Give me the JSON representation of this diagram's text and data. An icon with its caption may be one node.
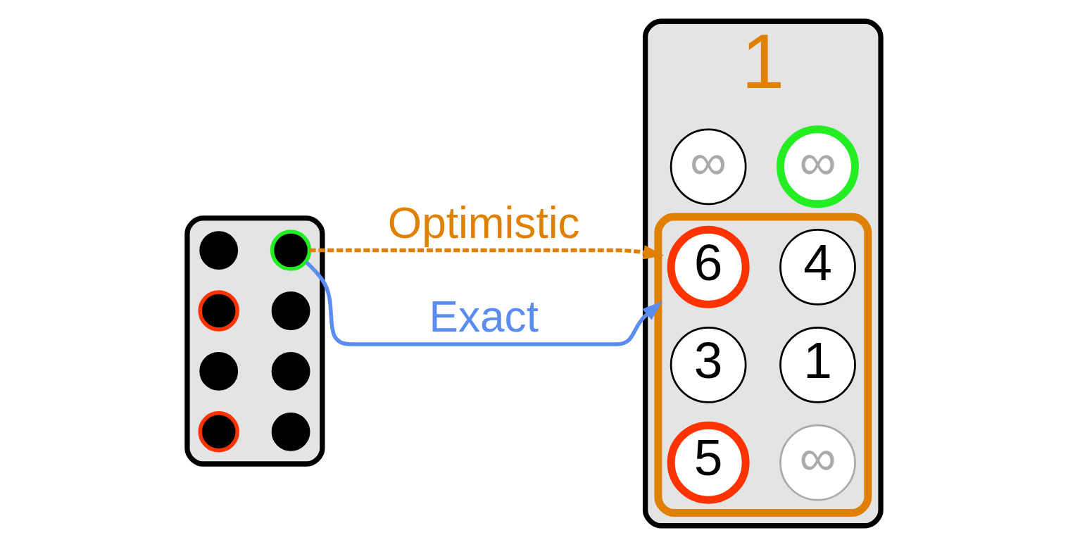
{
  "diagram": {
    "nodes": [
      {
        "text": [],
        "shape": "box"
      },
      {
        "text": [],
        "shape": "circle",
        "in": 0
      },
      {
        "text": [],
        "shape": "circle",
        "in": 0
      },
      {
        "text": [],
        "shape": "circle",
        "in": 0
      },
      {
        "text": [],
        "shape": "circle",
        "in": 0
      },
      {
        "text": [],
        "shape": "circle",
        "in": 0
      },
      {
        "text": [],
        "shape": "circle",
        "in": 0
      },
      {
        "text": [],
        "shape": "circle",
        "in": 0
      },
      {
        "text": [],
        "shape": "circle",
        "in": 0
      },
      {
        "text": [
          "1"
        ]
      },
      {
        "text": [
          "∞"
        ],
        "in": 9
      },
      {
        "text": [
          "∞"
        ],
        "in": 9
      },
      {
        "text": [],
        "shape": "box",
        "in": 9
      },
      {
        "text": [
          "6"
        ],
        "in": 12
      },
      {
        "text": [
          "4"
        ],
        "in": 12
      },
      {
        "text": [
          "3"
        ],
        "in": 12
      },
      {
        "text": [
          "1"
        ],
        "in": 12
      },
      {
        "text": [
          "5"
        ],
        "in": 12
      },
      {
        "text": [
          "∞"
        ],
        "in": 12
      }
    ],
    "edges": [
      {
        "from": 2,
        "to": 12,
        "arrow": "to",
        "label": "Optimistic",
        "style": "dashed",
        "color": "#e08000"
      },
      {
        "from": 2,
        "to": 12,
        "arrow": "to",
        "label": "Exact",
        "color": "#5b8cf0"
      }
    ]
  }
}
